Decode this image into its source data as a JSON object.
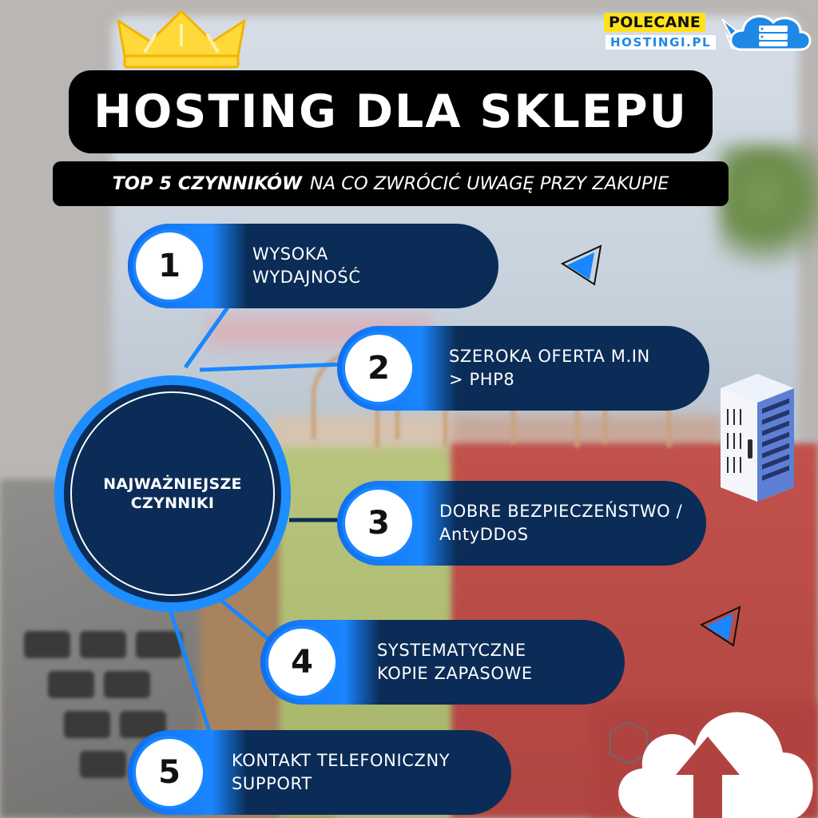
{
  "logo": {
    "word1": "POLECANE",
    "word2": "HOSTINGI.PL"
  },
  "header": {
    "title": "HOSTING DLA SKLEPU",
    "subtitle_strong": "TOP 5 CZYNNIKÓW",
    "subtitle_rest": "NA CO ZWRÓCIĆ UWAGĘ PRZY ZAKUPIE"
  },
  "hub": {
    "line1": "NAJWAŻNIEJSZE",
    "line2": "CZYNNIKI"
  },
  "factors": [
    {
      "number": "1",
      "line1": "WYSOKA",
      "line2": "WYDAJNOŚĆ"
    },
    {
      "number": "2",
      "line1": "SZEROKA OFERTA M.IN",
      "line2": "> PHP8"
    },
    {
      "number": "3",
      "line1": "DOBRE BEZPIECZEŃSTWO /",
      "line2": "AntyDDoS"
    },
    {
      "number": "4",
      "line1": "SYSTEMATYCZNE",
      "line2": "KOPIE ZAPASOWE"
    },
    {
      "number": "5",
      "line1": "KONTAKT TELEFONICZNY",
      "line2": "SUPPORT"
    }
  ],
  "icons": {
    "crown": "crown-icon",
    "cloud_logo": "cloud-server-icon",
    "server": "server-rack-icon",
    "upload": "cloud-upload-icon",
    "triangle": "triangle-icon"
  },
  "colors": {
    "navy": "#0a2c57",
    "accent_blue": "#1a86ff",
    "title_bg": "#000000",
    "logo_yellow": "#ffe21a",
    "crown_gold": "#ffd93a"
  }
}
